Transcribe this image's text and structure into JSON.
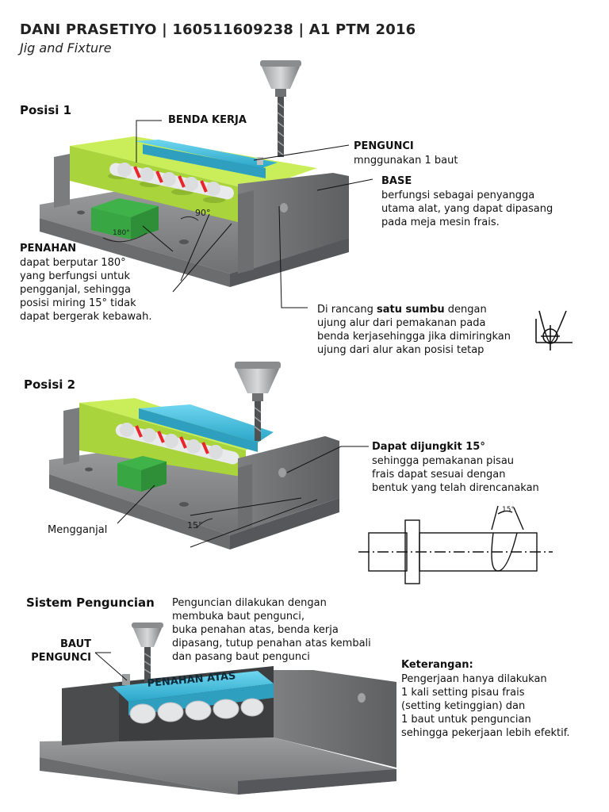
{
  "header": {
    "title": "DANI PRASETIYO | 160511609238 | A1 PTM 2016",
    "subtitle": "Jig and Fixture"
  },
  "posisi1": {
    "heading": "Posisi 1",
    "benda_kerja": "BENDA KERJA",
    "pengunci_title": "PENGUNCI",
    "pengunci_desc": "mnggunakan 1 baut",
    "base_title": "BASE",
    "base_desc": [
      "berfungsi sebagai penyangga",
      "utama alat, yang dapat  dipasang",
      "pada meja mesin frais."
    ],
    "penahan_title": "PENAHAN",
    "penahan_desc": [
      "dapat berputar 180°",
      "yang berfungsi untuk",
      "pengganjal, sehingga",
      "posisi miring 15° tidak",
      "dapat bergerak kebawah."
    ],
    "angle_90": "90°",
    "angle_180": "180°",
    "sumbu_desc": {
      "l1_pre": "Di rancang ",
      "l1_bold": "satu sumbu",
      "l1_post": " dengan",
      "l2": "ujung alur dari pemakanan pada",
      "l3": "benda kerjasehingga jika dimiringkan",
      "l4": "ujung dari alur akan posisi tetap"
    }
  },
  "posisi2": {
    "heading": "Posisi 2",
    "dijungkit_title": "Dapat dijungkit 15°",
    "dijungkit_desc": [
      "sehingga pemakanan pisau",
      "frais dapat sesuai dengan",
      "bentuk yang telah direncanakan"
    ],
    "mengganjal": "Mengganjal",
    "angle_15": "15°",
    "angle_15_drawing": "15°"
  },
  "sistem": {
    "heading": "Sistem Penguncian",
    "desc": [
      "Penguncian dilakukan dengan",
      "membuka baut pengunci,",
      "buka penahan atas, benda kerja",
      "dipasang, tutup penahan atas kembali",
      "dan pasang baut pengunci"
    ],
    "baut_label": [
      "BAUT",
      "PENGUNCI"
    ],
    "penahan_atas": "PENAHAN ATAS"
  },
  "keterangan": {
    "title": "Keterangan:",
    "lines": [
      "Pengerjaan hanya dilakukan",
      "1 kali setting pisau frais",
      "(setting ketinggian) dan",
      "1 baut untuk penguncian",
      "sehingga pekerjaan lebih efektif."
    ]
  },
  "colors": {
    "gray_base": "#8a8c8e",
    "gray_dark": "#5e6062",
    "lime": "#b8e04a",
    "cyan": "#3bb8d8",
    "green": "#3fb34a",
    "red": "#e8262b"
  }
}
